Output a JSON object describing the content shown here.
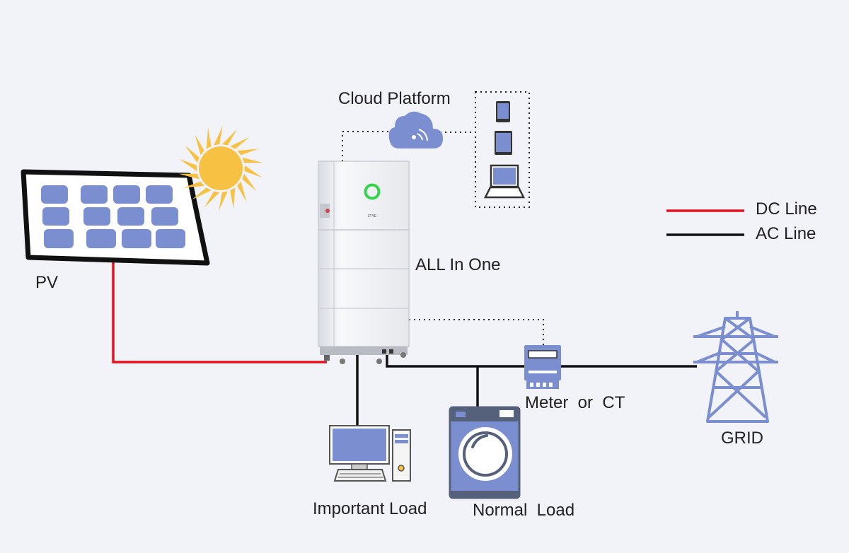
{
  "labels": {
    "cloud": "Cloud Platform",
    "pv": "PV",
    "all_in_one": "ALL In One",
    "meter": "Meter  or  CT",
    "grid": "GRID",
    "important_load": "Important Load",
    "normal_load": "Normal  Load"
  },
  "legend": {
    "dc_label": "DC Line",
    "ac_label": "AC Line",
    "dc_color": "#e0141e",
    "ac_color": "#111111"
  },
  "device": {
    "brand_mark": "3TYE"
  },
  "colors": {
    "icon_blue": "#7b8fd0",
    "icon_dark": "#55607a",
    "sun": "#f7c244",
    "background": "#f1f3f9"
  },
  "icons": [
    "sun-icon",
    "cloud-icon",
    "phone-icon",
    "tablet-icon",
    "laptop-icon",
    "computer-icon",
    "washing-machine-icon",
    "meter-icon",
    "pylon-icon",
    "solar-panel-icon"
  ]
}
